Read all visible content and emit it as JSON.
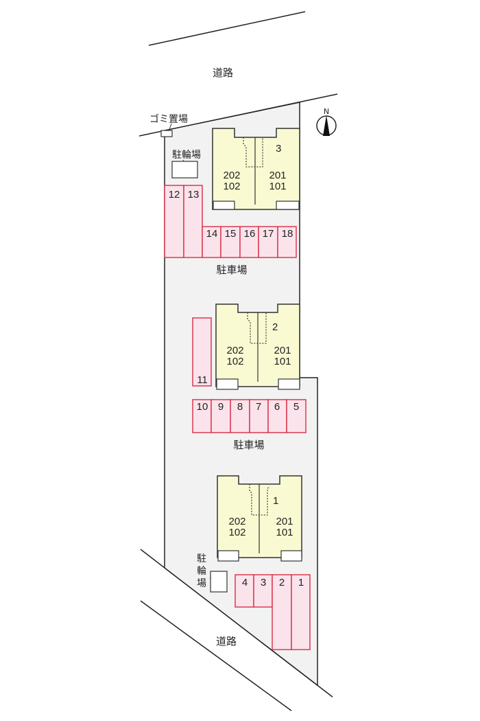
{
  "roads": {
    "top": "道路",
    "bottom": "道路"
  },
  "compass": {
    "north": "N"
  },
  "facilities": {
    "garbage": "ゴミ置場",
    "bike_top": "駐輪場",
    "bike_bottom": [
      "駐",
      "輪",
      "場"
    ],
    "parking_top": "駐車場",
    "parking_middle": "駐車場"
  },
  "buildings": [
    {
      "number": "3",
      "left_units": [
        "202",
        "102"
      ],
      "right_units": [
        "201",
        "101"
      ]
    },
    {
      "number": "2",
      "left_units": [
        "202",
        "102"
      ],
      "right_units": [
        "201",
        "101"
      ]
    },
    {
      "number": "1",
      "left_units": [
        "202",
        "102"
      ],
      "right_units": [
        "201",
        "101"
      ]
    }
  ],
  "parking_spaces": {
    "top_tall": [
      "12",
      "13"
    ],
    "top_row": [
      "14",
      "15",
      "16",
      "17",
      "18"
    ],
    "middle_tall": "11",
    "middle_row": [
      "10",
      "9",
      "8",
      "7",
      "6",
      "5"
    ],
    "bottom_short": [
      "4",
      "3"
    ],
    "bottom_tall": [
      "2",
      "1"
    ]
  },
  "colors": {
    "parking_fill": "#fbe3ec",
    "parking_stroke": "#d9394f",
    "building_fill": "#fafad2",
    "site_fill": "#f2f2f2"
  }
}
